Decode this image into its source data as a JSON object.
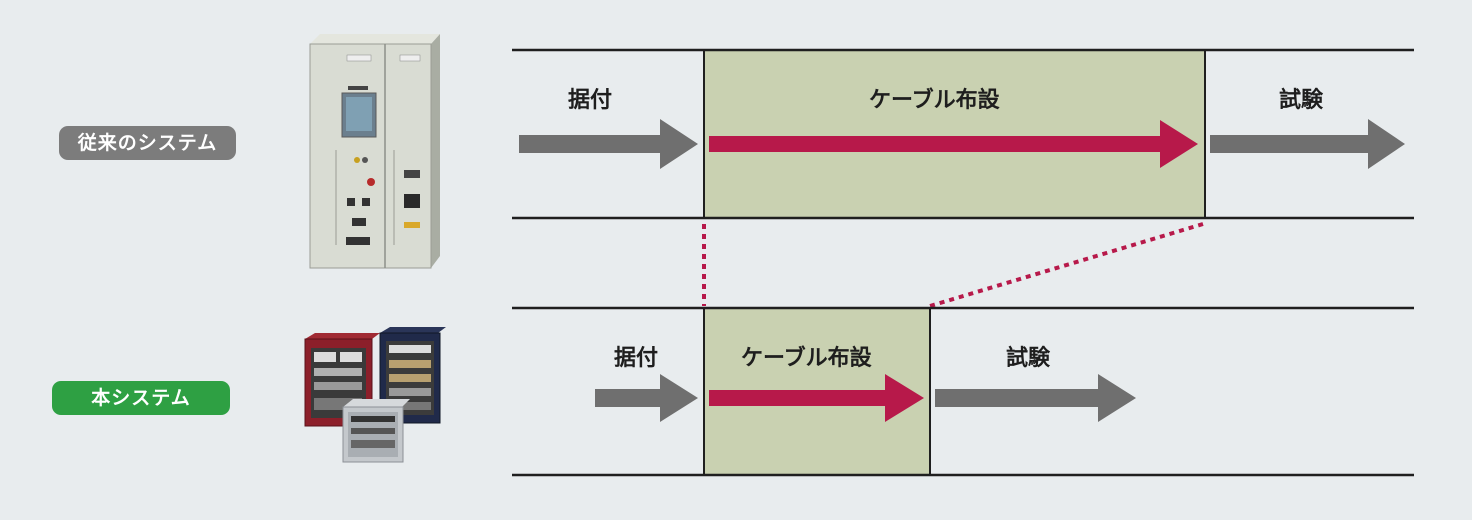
{
  "colors": {
    "background": "#e8ecee",
    "legacy_badge": "#7c7c7c",
    "new_badge": "#2ea043",
    "highlight_box": "#c9d1b1",
    "gray_arrow": "#6f6f6f",
    "red_arrow": "#b7194a",
    "dotted_connector": "#b7194a"
  },
  "legacy_system": {
    "badge": "従来のシステム",
    "steps": [
      {
        "name": "install",
        "label": "据付"
      },
      {
        "name": "cabling",
        "label": "ケーブル布設"
      },
      {
        "name": "test",
        "label": "試験"
      }
    ]
  },
  "new_system": {
    "badge": "本システム",
    "steps": [
      {
        "name": "install",
        "label": "据付"
      },
      {
        "name": "cabling",
        "label": "ケーブル布設"
      },
      {
        "name": "test",
        "label": "試験"
      }
    ]
  },
  "images": {
    "legacy_cabinet": "tall-control-cabinet-icon",
    "new_units": "compact-control-units-icon"
  }
}
